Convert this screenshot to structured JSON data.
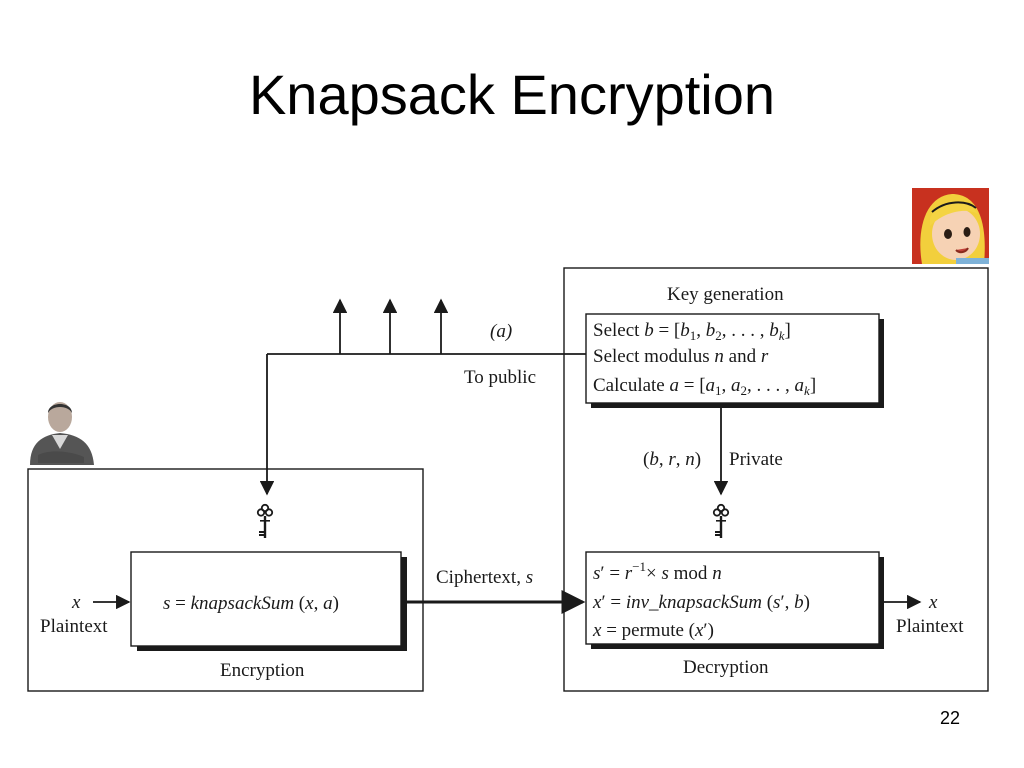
{
  "slide": {
    "title": "Knapsack Encryption",
    "page_number": "22"
  },
  "avatars": {
    "sender": "bob-avatar",
    "receiver": "alice-avatar"
  },
  "diagram": {
    "public_key_label": "(a)",
    "to_public_label": "To public",
    "private_key_label": "(b, r, n)",
    "private_label": "Private",
    "ciphertext_label": "Ciphertext, s",
    "key_generation": {
      "title": "Key generation",
      "lines": [
        "Select b = [b1, b2, . . . , bk]",
        "Select modulus n and r",
        "Calculate a = [a1, a2, . . . , ak]"
      ]
    },
    "encryption": {
      "title": "Encryption",
      "input_var": "x",
      "input_label": "Plaintext",
      "formula": "s = knapsackSum (x, a)"
    },
    "decryption": {
      "title": "Decryption",
      "output_var": "x",
      "output_label": "Plaintext",
      "lines": [
        "s′ = r⁻¹ × s mod n",
        "x′ = inv_knapsackSum (s′, b)",
        "x = permute (x′)"
      ]
    }
  }
}
